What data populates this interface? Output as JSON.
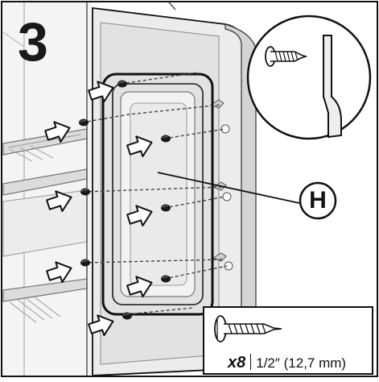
{
  "step": {
    "number": "3"
  },
  "callout": {
    "part_label": "H"
  },
  "fastener": {
    "quantity": "x8",
    "size_label": "1/2″ (12,7 mm)"
  },
  "icons": {
    "screw": "screw-icon",
    "arrow": "arrow-right-icon",
    "magnifier": "detail-circle-icon"
  },
  "colors": {
    "outline": "#111111",
    "panel_fill": "#e9e9e9",
    "shade": "#cfcfcf"
  }
}
